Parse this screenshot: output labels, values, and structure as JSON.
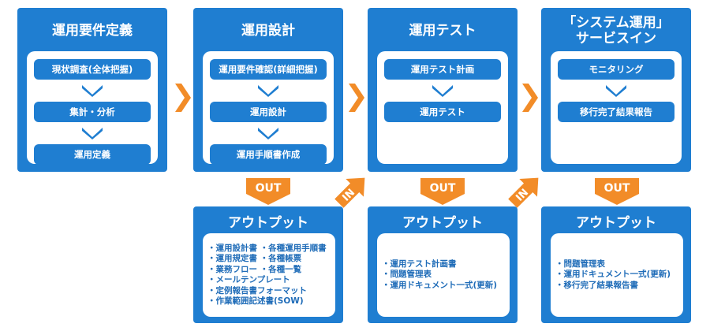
{
  "phases": [
    {
      "title": [
        "運用要件定義"
      ],
      "steps": [
        "現状調査(全体把握)",
        "集計・分析",
        "運用定義"
      ]
    },
    {
      "title": [
        "運用設計"
      ],
      "steps": [
        "運用要件確認(詳細把握)",
        "運用設計",
        "運用手順書作成"
      ]
    },
    {
      "title": [
        "運用テスト"
      ],
      "steps": [
        "運用テスト計画",
        "運用テスト"
      ]
    },
    {
      "title": [
        "「システム運用」",
        "サービスイン"
      ],
      "steps": [
        "モニタリング",
        "移行完了結果報告"
      ]
    }
  ],
  "out_label": "OUT",
  "in_label": "IN",
  "outputs": [
    {
      "title": "アウトプット",
      "items": [
        "運用設計書 ・各種運用手順書",
        "運用規定書 ・各種帳票",
        "業務フロー ・各種一覧",
        "メールテンプレート",
        "定例報告書フォーマット",
        "作業範囲記述書(SOW)"
      ]
    },
    {
      "title": "アウトプット",
      "items": [
        "運用テスト計画書",
        "問題管理表",
        "運用ドキュメント一式(更新)"
      ]
    },
    {
      "title": "アウトプット",
      "items": [
        "問題管理表",
        "運用ドキュメント一式(更新)",
        "移行完了結果報告書"
      ]
    }
  ],
  "colors": {
    "blue": "#1f7ed1",
    "orange": "#f28c28",
    "light_blue": "#8ec1ea",
    "text_blue": "#1f6cb8"
  }
}
